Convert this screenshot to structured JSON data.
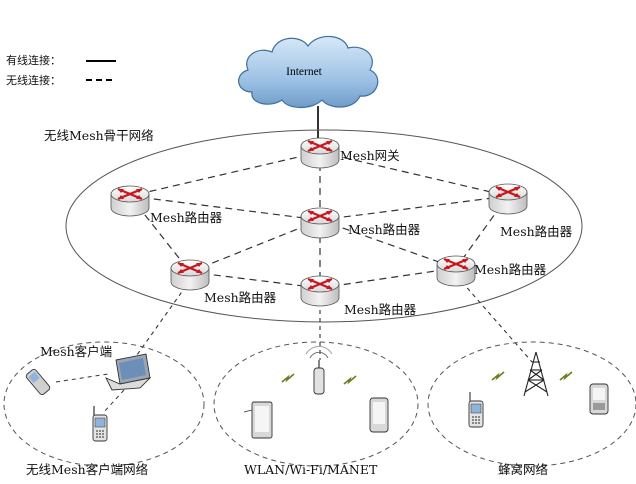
{
  "legend": {
    "wired_label": "有线连接：",
    "wireless_label": "无线连接："
  },
  "cloud": {
    "label": "Internet"
  },
  "backbone": {
    "title": "无线Mesh骨干网络",
    "gateway_label": "Mesh网关",
    "router_labels": [
      "Mesh路由器",
      "Mesh路由器",
      "Mesh路由器",
      "Mesh路由器",
      "Mesh路由器",
      "Mesh路由器"
    ]
  },
  "clusters": {
    "client_node_label": "Mesh客户端",
    "client_network_label": "无线Mesh客户端网络",
    "wlan_label": "WLAN/Wi-Fi/MANET",
    "cellular_label": "蜂窝网络"
  },
  "colors": {
    "router_body": "#e9e9e9",
    "router_arrows": "#c8171e",
    "cloud_fill": "#9ec3e6",
    "lines": "#222222"
  }
}
